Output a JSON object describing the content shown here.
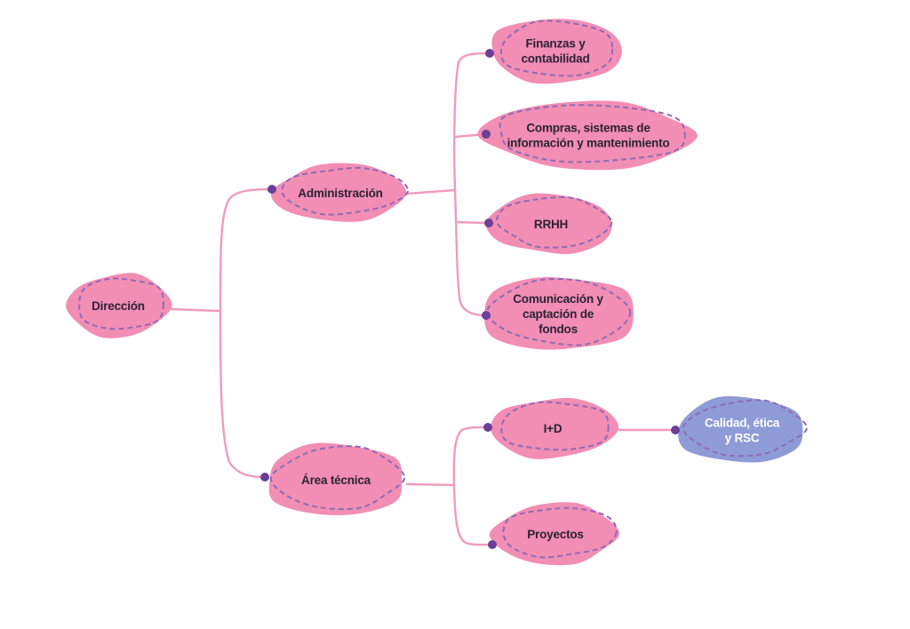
{
  "colors": {
    "connector": "#ef9bbd",
    "node_fill": "#f28db3",
    "node_fill_blue": "#8f9bd6",
    "dashed_outline": "#8d6bb5",
    "dot": "#6b3f97",
    "text_dark": "#2b2433",
    "text_light": "#ffffff"
  },
  "nodes": [
    {
      "id": "direccion",
      "lines": [
        "Dirección"
      ]
    },
    {
      "id": "administracion",
      "lines": [
        "Administración"
      ]
    },
    {
      "id": "area-tecnica",
      "lines": [
        "Área técnica"
      ]
    },
    {
      "id": "finanzas",
      "lines": [
        "Finanzas y",
        "contabilidad"
      ]
    },
    {
      "id": "compras",
      "lines": [
        "Compras, sistemas de",
        "información y mantenimiento"
      ]
    },
    {
      "id": "rrhh",
      "lines": [
        "RRHH"
      ]
    },
    {
      "id": "comunicacion",
      "lines": [
        "Comunicación y",
        "captación de",
        "fondos"
      ]
    },
    {
      "id": "id",
      "lines": [
        "I+D"
      ]
    },
    {
      "id": "proyectos",
      "lines": [
        "Proyectos"
      ]
    },
    {
      "id": "calidad",
      "lines": [
        "Calidad, ética",
        "y RSC"
      ]
    }
  ]
}
